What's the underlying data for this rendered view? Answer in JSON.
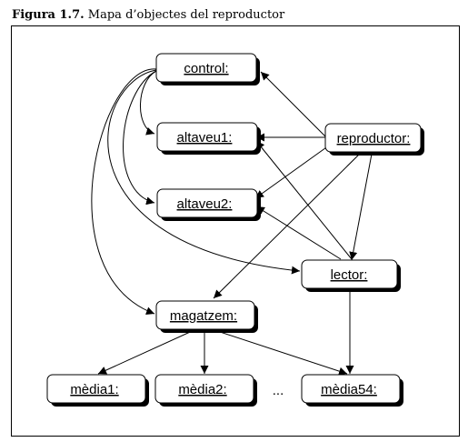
{
  "caption": {
    "label": "Figura 1.7.",
    "text": "Mapa d’objectes del reproductor"
  },
  "nodes": {
    "control": "control:",
    "altaveu1": "altaveu1:",
    "altaveu2": "altaveu2:",
    "reproductor": "reproductor:",
    "lector": "lector:",
    "magatzem": "magatzem:",
    "media1": "mèdia1:",
    "media2": "mèdia2:",
    "media54": "mèdia54:"
  },
  "ellipsis": "..."
}
